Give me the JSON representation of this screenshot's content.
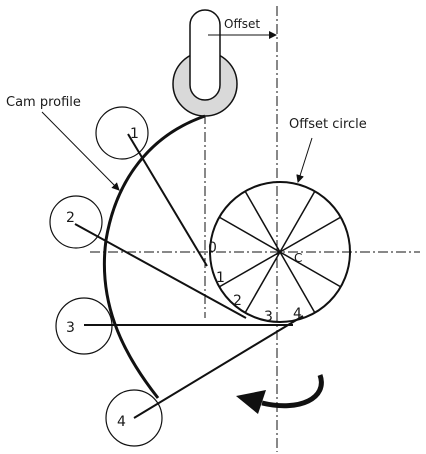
{
  "labels": {
    "offset": "Offset",
    "cam_profile": "Cam profile",
    "offset_circle": "Offset circle",
    "center": "C",
    "zero": "0"
  },
  "offset_circle_divisions": [
    "1",
    "2",
    "3",
    "4"
  ],
  "roller_positions": [
    "1",
    "2",
    "3",
    "4"
  ],
  "colors": {
    "line": "#111111",
    "follower_fill": "#d9d9d9",
    "background": "#ffffff"
  }
}
